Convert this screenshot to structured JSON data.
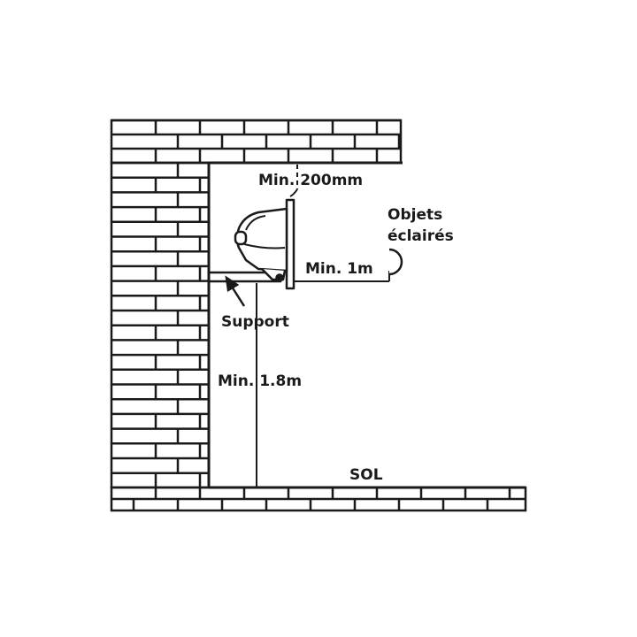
{
  "labels": {
    "clearance_top": "Min. 200mm",
    "objects_line1": "Objets",
    "objects_line2": "éclairés",
    "distance_objects": "Min. 1m",
    "support": "Support",
    "height": "Min. 1.8m",
    "floor": "SOL"
  },
  "colors": {
    "ink": "#1a1a1a",
    "background": "#ffffff"
  }
}
